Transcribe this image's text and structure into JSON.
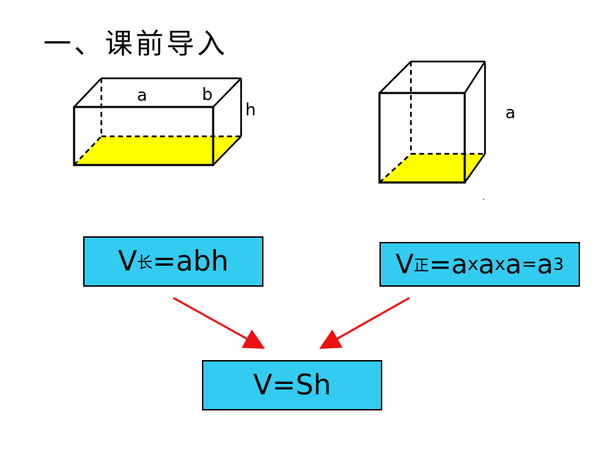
{
  "title": "一、课前导入",
  "cuboid": {
    "label_a": "a",
    "label_b": "b",
    "label_h": "h"
  },
  "cube": {
    "label_a": "a"
  },
  "formula_cuboid": {
    "v": "V",
    "sub": "长",
    "rhs": "=abh"
  },
  "formula_cube": {
    "v": "V",
    "sub": "正",
    "eq": "=",
    "a1": "a",
    "x1": "x",
    "a2": "a",
    "x2": "x",
    "a3": "a",
    "eq2": "=",
    "a4": "a",
    "exp": "3"
  },
  "formula_general": "V=Sh",
  "colors": {
    "box_fill": "#33ccf0",
    "base_fill": "#ffff00",
    "arrow": "#ee1111"
  }
}
